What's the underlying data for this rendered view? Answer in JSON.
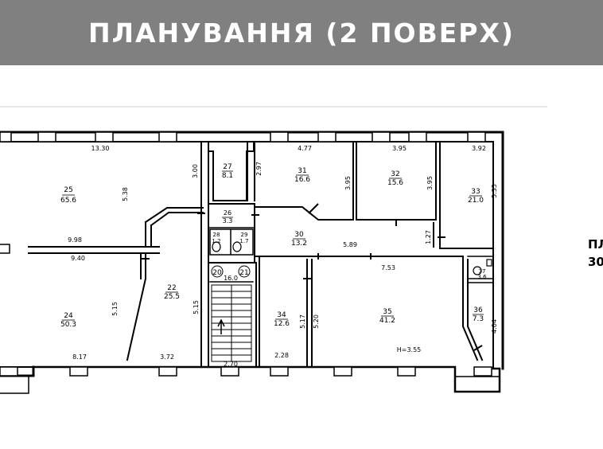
{
  "header": {
    "title": "ПЛАНУВАННЯ (2 ПОВЕРХ)"
  },
  "side_label": {
    "line1": "ПЛ",
    "line2": "30"
  },
  "rooms": [
    {
      "no": "25",
      "area": "65.6"
    },
    {
      "no": "24",
      "area": "50.3"
    },
    {
      "no": "22",
      "area": "25.5"
    },
    {
      "no": "27",
      "area": "8.1"
    },
    {
      "no": "26",
      "area": "3.3"
    },
    {
      "no": "28",
      "area": "1.2"
    },
    {
      "no": "29",
      "area": "1.7"
    },
    {
      "no": "20",
      "area": "16.0"
    },
    {
      "no": "21",
      "area": ""
    },
    {
      "no": "31",
      "area": "16.6"
    },
    {
      "no": "32",
      "area": "15.6"
    },
    {
      "no": "33",
      "area": "21.0"
    },
    {
      "no": "30",
      "area": "13.2"
    },
    {
      "no": "34",
      "area": "12.6"
    },
    {
      "no": "35",
      "area": "41.2"
    },
    {
      "no": "36",
      "area": "7.3"
    },
    {
      "no": "37",
      "area": "3.6"
    }
  ],
  "dimensions": {
    "d1330": "13.30",
    "d477": "4.77",
    "d395a": "3.95",
    "d392": "3.92",
    "d538": "5.38",
    "d300": "3.00",
    "d297": "2.97",
    "d395b": "3.95",
    "d395c": "3.95",
    "d535": "5.35",
    "d998": "9.98",
    "d940": "9.40",
    "d589": "5.89",
    "d127": "1.27",
    "d753": "7.53",
    "d515a": "5.15",
    "d515b": "5.15",
    "d517": "5.17",
    "d520": "5.20",
    "d404": "4.04",
    "d817": "8.17",
    "d372": "3.72",
    "d270": "2.70",
    "d228": "2.28",
    "h355": "H=3.55"
  }
}
